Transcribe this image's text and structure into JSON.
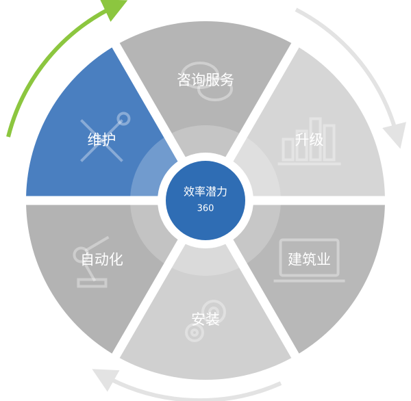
{
  "center": {
    "title": "效率潜力",
    "subtitle": "360"
  },
  "segments": [
    {
      "id": "consulting",
      "label": "咨询服务",
      "icon": "speech-bubbles-icon",
      "color": "#b5b5b5"
    },
    {
      "id": "upgrade",
      "label": "升级",
      "icon": "bar-chart-icon",
      "color": "#d6d6d6"
    },
    {
      "id": "construction",
      "label": "建筑业",
      "icon": "laptop-icon",
      "color": "#b8b8b8"
    },
    {
      "id": "installation",
      "label": "安装",
      "icon": "gears-icon",
      "color": "#d0d0d0"
    },
    {
      "id": "automation",
      "label": "自动化",
      "icon": "robot-arm-icon",
      "color": "#b3b3b3"
    },
    {
      "id": "maintenance",
      "label": "维护",
      "icon": "tools-icon",
      "color": "#4a7fc0"
    }
  ],
  "colors": {
    "highlight": "#4a7fc0",
    "hub": "#2f6db4",
    "green_arrow": "#8cc63f",
    "grey_arrow": "#e3e3e3"
  }
}
